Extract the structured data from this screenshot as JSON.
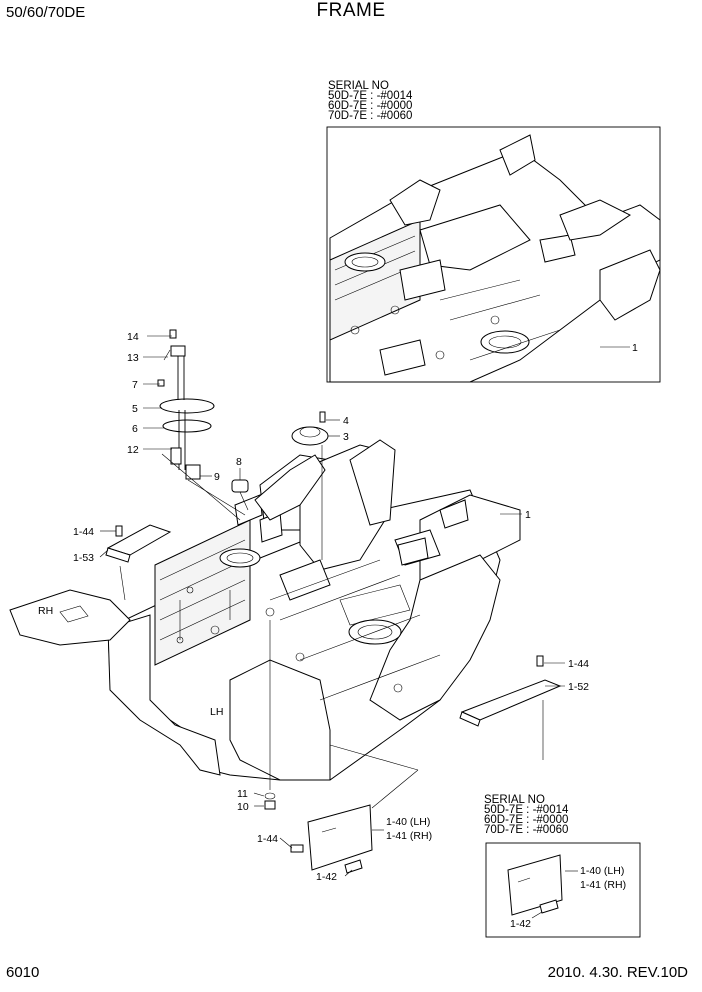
{
  "header": {
    "model": "50/60/70DE",
    "title": "FRAME"
  },
  "footer": {
    "page_number": "6010",
    "revision": "2010. 4.30.  REV.10D"
  },
  "serial_box_top": {
    "heading": "SERIAL NO",
    "lines": [
      "50D-7E : -#0014",
      "60D-7E : -#0000",
      "70D-7E : -#0060"
    ]
  },
  "serial_box_bottom": {
    "heading": "SERIAL NO",
    "lines": [
      "50D-7E : -#0014",
      "60D-7E : -#0000",
      "70D-7E : -#0060"
    ]
  },
  "callouts": {
    "c14": "14",
    "c13": "13",
    "c7": "7",
    "c5": "5",
    "c6": "6",
    "c12": "12",
    "c9": "9",
    "c8": "8",
    "c4": "4",
    "c3": "3",
    "c1_main": "1",
    "c1_inset": "1",
    "c1_44_left": "1-44",
    "c1_53": "1-53",
    "c1_44_right": "1-44",
    "c1_52": "1-52",
    "c11": "11",
    "c10": "10",
    "c1_44_bottom": "1-44",
    "c1_40": "1-40 (LH)",
    "c1_41": "1-41 (RH)",
    "c1_42": "1-42",
    "c1_40_inset": "1-40 (LH)",
    "c1_41_inset": "1-41 (RH)",
    "c1_42_inset": "1-42"
  },
  "side_labels": {
    "rh": "RH",
    "lh": "LH"
  }
}
